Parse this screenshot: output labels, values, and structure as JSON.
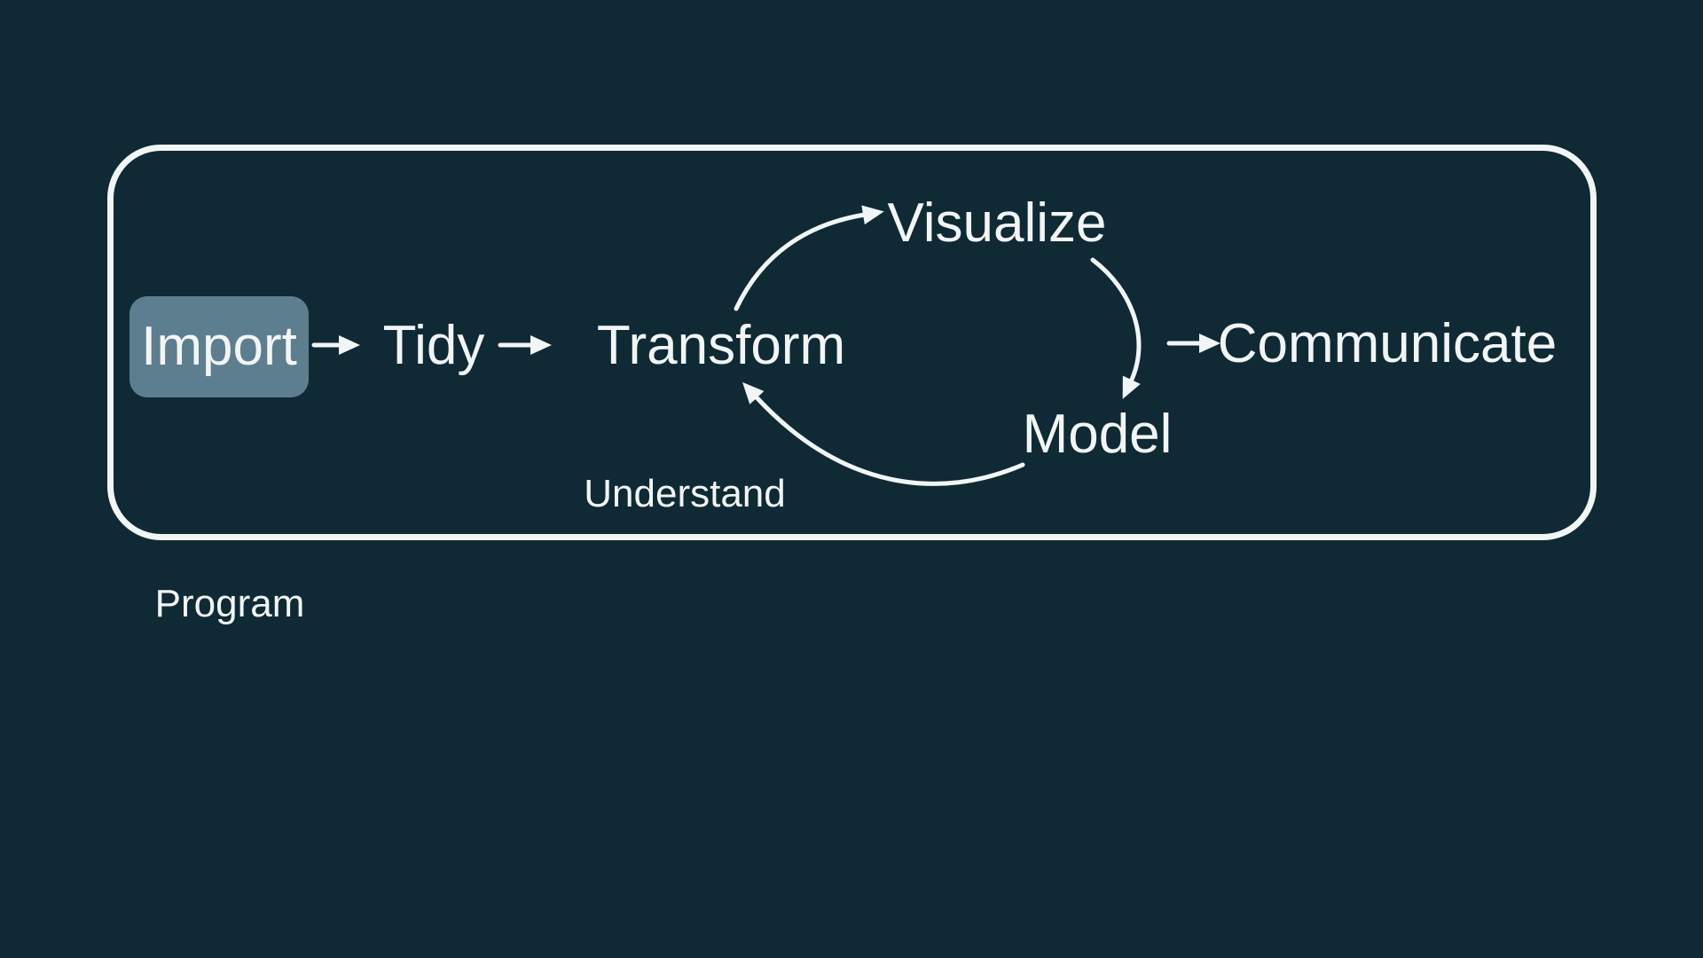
{
  "colors": {
    "background": "#0f2a35",
    "foreground": "#f2f5f5",
    "import_highlight": "#5d7e8e"
  },
  "diagram": {
    "nodes": {
      "import": "Import",
      "tidy": "Tidy",
      "transform": "Transform",
      "visualize": "Visualize",
      "model": "Model",
      "communicate": "Communicate"
    },
    "labels": {
      "understand": "Understand",
      "program": "Program"
    },
    "edges": [
      {
        "from": "Import",
        "to": "Tidy",
        "style": "straight-arrow"
      },
      {
        "from": "Tidy",
        "to": "Transform",
        "style": "straight-arrow"
      },
      {
        "from": "Transform",
        "to": "Visualize",
        "style": "curved-arrow"
      },
      {
        "from": "Visualize",
        "to": "Model",
        "style": "curved-arrow"
      },
      {
        "from": "Model",
        "to": "Transform",
        "style": "curved-arrow"
      },
      {
        "from": "Understand cycle",
        "to": "Communicate",
        "style": "straight-arrow"
      }
    ],
    "groups": [
      {
        "label": "Program",
        "contains": [
          "Import",
          "Tidy",
          "Transform",
          "Visualize",
          "Model",
          "Communicate"
        ]
      },
      {
        "label": "Understand",
        "contains": [
          "Visualize",
          "Model"
        ]
      }
    ]
  }
}
